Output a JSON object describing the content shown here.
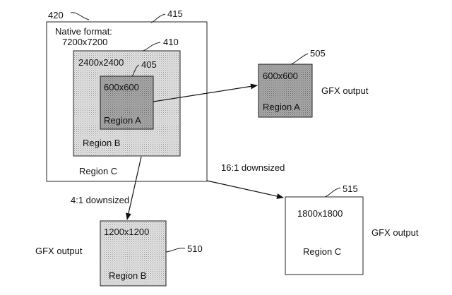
{
  "source": {
    "label_ref_outer": "420",
    "label_ref_c": "415",
    "label_ref_b": "410",
    "label_ref_a": "405",
    "native_format_line1": "Native format:",
    "native_format_line2": "7200x7200",
    "size_b": "2400x2400",
    "size_a": "600x600",
    "region_a": "Region A",
    "region_b": "Region B",
    "region_c": "Region C"
  },
  "outputs": {
    "a": {
      "ref": "505",
      "size": "600x600",
      "region": "Region A",
      "gfx": "GFX output"
    },
    "b": {
      "ref": "510",
      "size": "1200x1200",
      "region": "Region B",
      "gfx": "GFX output"
    },
    "c": {
      "ref": "515",
      "size": "1800x1800",
      "region": "Region C",
      "gfx": "GFX output"
    }
  },
  "arrows": {
    "to_b_label": "4:1 downsized",
    "to_c_label": "16:1 downsized"
  }
}
